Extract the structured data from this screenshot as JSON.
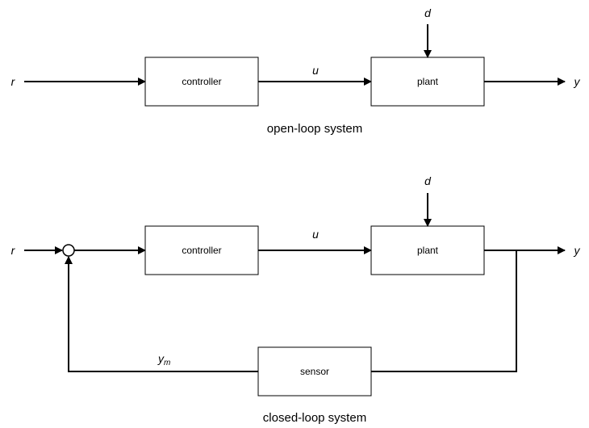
{
  "open_loop": {
    "caption": "open-loop system",
    "input_signal": "r",
    "control_signal": "u",
    "disturbance": "d",
    "output_signal": "y",
    "controller_label": "controller",
    "plant_label": "plant"
  },
  "closed_loop": {
    "caption": "closed-loop system",
    "input_signal": "r",
    "control_signal": "u",
    "disturbance": "d",
    "output_signal": "y",
    "measured_signal": "y",
    "measured_subscript": "m",
    "controller_label": "controller",
    "plant_label": "plant",
    "sensor_label": "sensor"
  }
}
